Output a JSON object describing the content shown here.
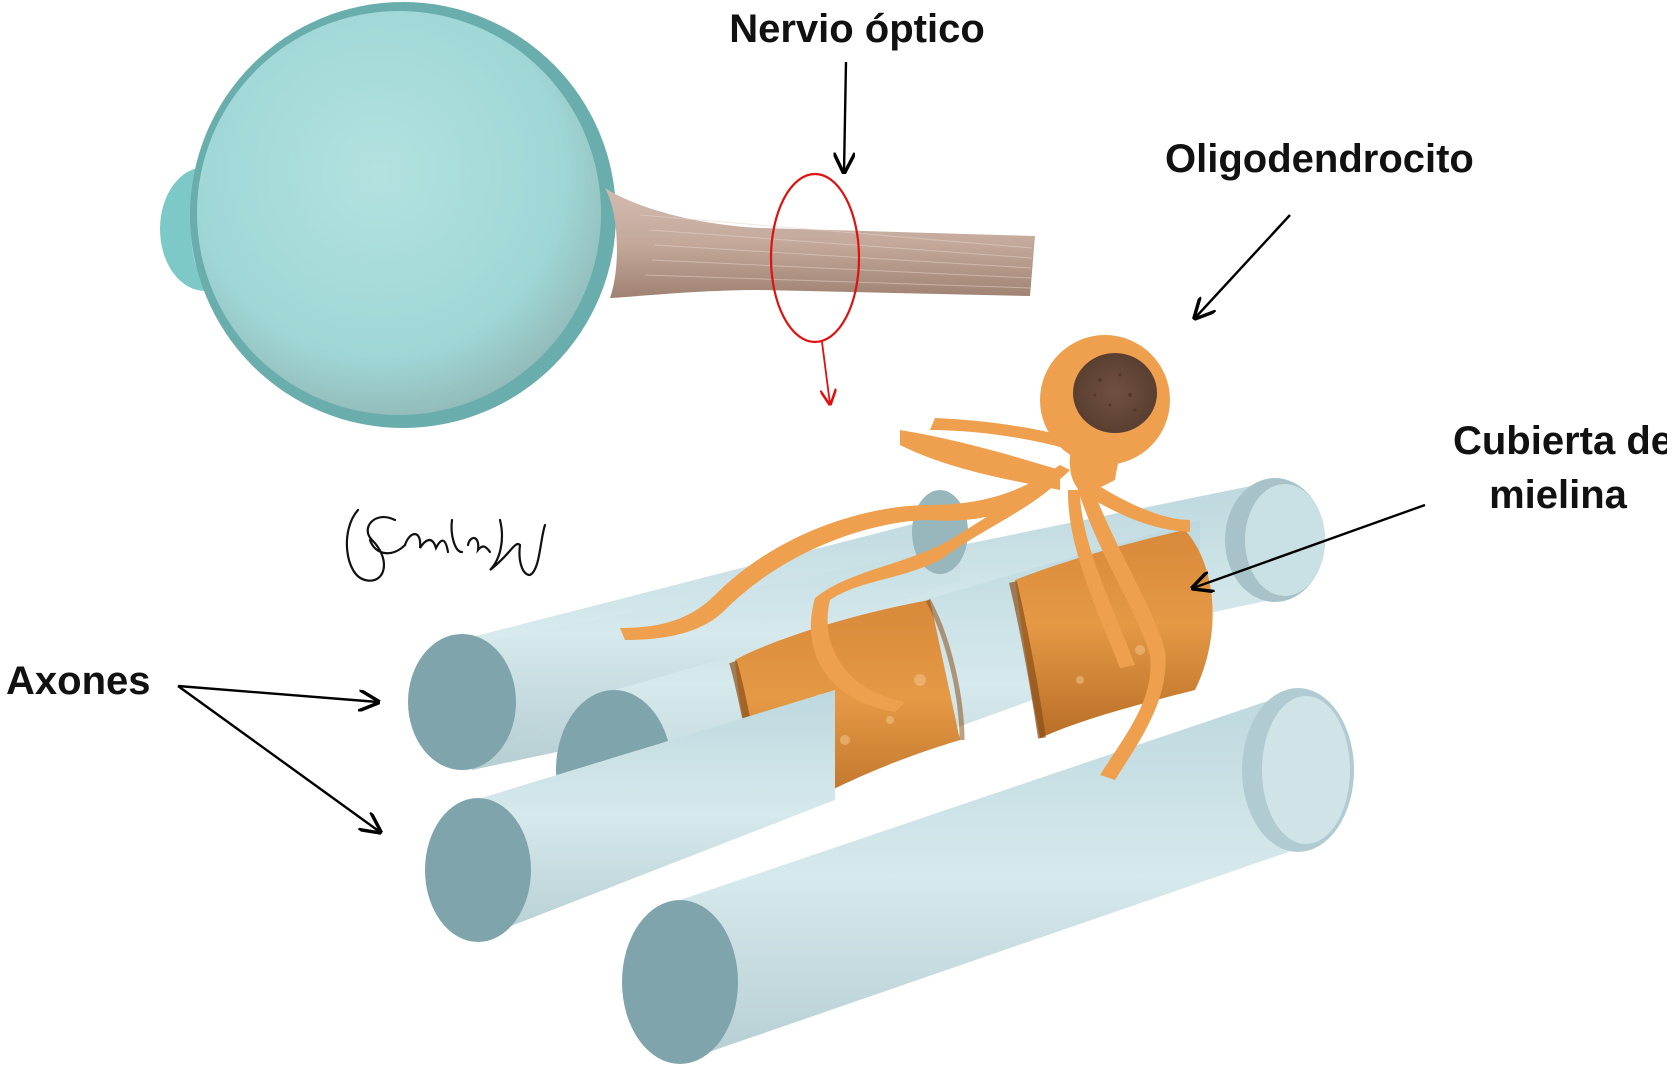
{
  "labels": {
    "optic_nerve": "Nervio óptico",
    "oligodendrocyte": "Oligodendrocito",
    "myelin_line1": "Cubierta de",
    "myelin_line2": "mielina",
    "axons": "Axones"
  },
  "signature": "Paula SW",
  "colors": {
    "eye": "#8fd0d0",
    "eye_rim": "#5fa6a6",
    "nerve": "#b99a88",
    "axon": "#cfe3e7",
    "axon_end": "#7fa4ab",
    "myelin": "#e0913c",
    "oligodendrocyte": "#eea04e",
    "nucleus": "#6e5040",
    "highlight_ring": "#e01010",
    "label_text": "#111111"
  }
}
